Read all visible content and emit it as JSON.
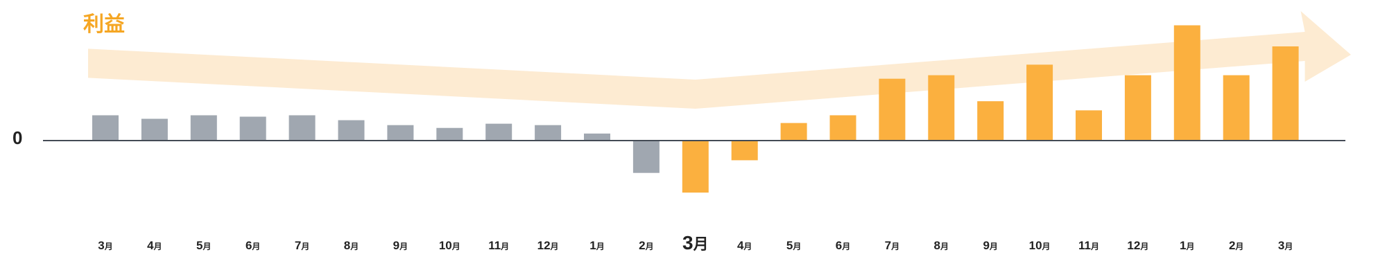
{
  "colors": {
    "negative_period": "#a0a7b0",
    "positive_period": "#fbb03f",
    "arrow": "#fdebd2",
    "axis": "#444b55",
    "label": "#222222",
    "title": "#f5a623"
  },
  "chart_data": {
    "type": "bar",
    "title": "利益",
    "zero_label": "0",
    "categories": [
      "3月",
      "4月",
      "5月",
      "6月",
      "7月",
      "8月",
      "9月",
      "10月",
      "11月",
      "12月",
      "1月",
      "2月",
      "3月",
      "4月",
      "5月",
      "6月",
      "7月",
      "8月",
      "9月",
      "10月",
      "11月",
      "12月",
      "1月",
      "2月",
      "3月"
    ],
    "values": [
      1.8,
      1.55,
      1.8,
      1.7,
      1.8,
      1.45,
      1.1,
      0.9,
      1.2,
      1.1,
      0.5,
      -2.3,
      -3.7,
      -1.4,
      1.25,
      1.8,
      4.4,
      4.65,
      2.8,
      5.4,
      2.15,
      4.65,
      8.2,
      4.65,
      6.7
    ],
    "colors_by_index": [
      "gray",
      "gray",
      "gray",
      "gray",
      "gray",
      "gray",
      "gray",
      "gray",
      "gray",
      "gray",
      "gray",
      "gray",
      "orange",
      "orange",
      "orange",
      "orange",
      "orange",
      "orange",
      "orange",
      "orange",
      "orange",
      "orange",
      "orange",
      "orange",
      "orange"
    ],
    "highlight_index": 12,
    "trend_arrow": {
      "shape": "v-shaped",
      "points": [
        [
          0,
          5.5
        ],
        [
          12,
          3.3
        ],
        [
          24,
          6.7
        ]
      ]
    },
    "ylim": [
      -5,
      9
    ],
    "grid": false
  }
}
